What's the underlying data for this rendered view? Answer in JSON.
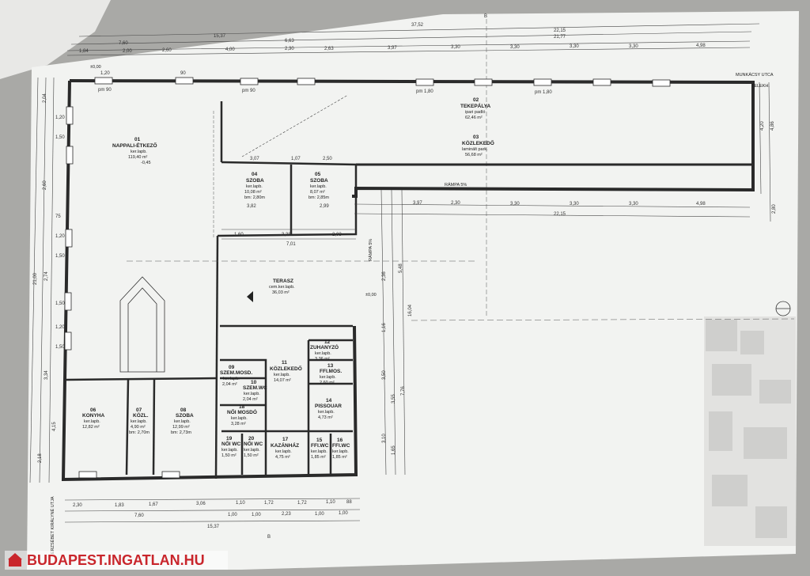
{
  "street_top": "MUNKÁCSY UTCA",
  "street_left": "ERZSÉBET KIRÁLYNÉ UTJA",
  "plot_label": "TELEKH.",
  "section_mark": "B",
  "rooms": [
    {
      "id": "r01",
      "no": "01",
      "name": "NAPPALI-ÉTKEZŐ",
      "floor": "ker.lapb.",
      "area": "119,40 m²"
    },
    {
      "id": "r02",
      "no": "02",
      "name": "TEKEPÁLYA",
      "floor": "ipari padló",
      "area": "62,46 m²"
    },
    {
      "id": "r03",
      "no": "03",
      "name": "KÖZLEKEDŐ",
      "floor": "laminált park.",
      "area": "56,68 m²"
    },
    {
      "id": "r04",
      "no": "04",
      "name": "SZOBA",
      "floor": "ker.lapb.",
      "area": "10,08 m²",
      "height": "bm: 2,80m"
    },
    {
      "id": "r05",
      "no": "05",
      "name": "SZOBA",
      "floor": "ker.lapb.",
      "area": "8,07 m²",
      "height": "bm: 2,85m"
    },
    {
      "id": "r06",
      "no": "06",
      "name": "KONYHA",
      "floor": "ker.lapb.",
      "area": "12,82 m²"
    },
    {
      "id": "r07",
      "no": "07",
      "name": "KÖZL.",
      "floor": "ker.lapb.",
      "area": "4,90 m²",
      "height": "bm: 2,70m"
    },
    {
      "id": "r08",
      "no": "08",
      "name": "SZOBA",
      "floor": "ker.lapb.",
      "area": "12,99 m²",
      "height": "bm: 2,73m"
    },
    {
      "id": "r09",
      "no": "09",
      "name": "SZEM.MOSD.",
      "floor": "ker.lapb.",
      "area": "2,04 m²"
    },
    {
      "id": "r10",
      "no": "10",
      "name": "SZEM.WC",
      "floor": "ker.lapb.",
      "area": "2,04 m²"
    },
    {
      "id": "r11",
      "no": "11",
      "name": "KÖZLEKEDŐ",
      "floor": "ker.lapb.",
      "area": "14,07 m²"
    },
    {
      "id": "r12",
      "no": "12",
      "name": "ZUHANYZÓ",
      "floor": "ker.lapb.",
      "area": "3,36 m²"
    },
    {
      "id": "r13",
      "no": "13",
      "name": "FFI.MOS.",
      "floor": "ker.lapb.",
      "area": "2,60 m²"
    },
    {
      "id": "r14",
      "no": "14",
      "name": "PISSOUAR",
      "floor": "ker.lapb.",
      "area": "4,73 m²"
    },
    {
      "id": "r15",
      "no": "15",
      "name": "FFI.WC",
      "floor": "ker.lapb.",
      "area": "1,85 m²"
    },
    {
      "id": "r16",
      "no": "16",
      "name": "FFI.WC",
      "floor": "ker.lapb.",
      "area": "1,85 m²"
    },
    {
      "id": "r17",
      "no": "17",
      "name": "KAZÁNHÁZ",
      "floor": "ker.lapb.",
      "area": "4,75 m²"
    },
    {
      "id": "r18",
      "no": "18",
      "name": "NŐI MOSDÓ",
      "floor": "ker.lapb.",
      "area": "3,28 m²"
    },
    {
      "id": "r19",
      "no": "19",
      "name": "NŐI WC",
      "floor": "ker.lapb.",
      "area": "1,50 m²"
    },
    {
      "id": "r20",
      "no": "20",
      "name": "NŐI WC",
      "floor": "ker.lapb.",
      "area": "1,50 m²"
    },
    {
      "id": "terasz",
      "no": "",
      "name": "TERASZ",
      "floor": "cem.ker.lapb.",
      "area": "36,03 m²"
    }
  ],
  "ramps": [
    "RÁMPA 5%",
    "RÁMPA 5%"
  ],
  "levels": [
    "±0,00",
    "±0,00",
    "-0,45"
  ],
  "top_dims_1": [
    "37,52"
  ],
  "top_dims_2": [
    "15,37",
    "22,15"
  ],
  "top_dims_3": [
    "7,60",
    "6,63",
    "21,77"
  ],
  "top_dims_4": [
    "1,84",
    "2,00",
    "2,60",
    "4,00",
    "2,30",
    "2,63",
    "3,97",
    "3,30",
    "3,30",
    "3,30",
    "3,30",
    "4,98"
  ],
  "mid_dims": [
    "3,97",
    "2,30",
    "3,30",
    "3,30",
    "3,30",
    "4,98",
    "22,15"
  ],
  "inner_dims": [
    "3,07",
    "1,07",
    "2,50",
    "3,82",
    "2,99",
    "1,60",
    "3,38",
    "2,03",
    "7,01"
  ],
  "bottom_dims_1": [
    "2,30",
    "1,83",
    "1,67",
    "3,06",
    "1,10",
    "1,72",
    "1,72",
    "1,10",
    "88"
  ],
  "bottom_dims_2": [
    "7,60",
    "1,00",
    "1,00",
    "2,23",
    "1,00",
    "1,00"
  ],
  "bottom_dims_3": [
    "15,37"
  ],
  "left_dims": [
    "2,04",
    "1,20",
    "1,50",
    "2,60",
    "75",
    "1,20",
    "1,50",
    "21,00",
    "1,50",
    "2,74",
    "1,20",
    "1,50",
    "3,34",
    "4,15",
    "2,18"
  ],
  "right_dims": [
    "4,20",
    "4,86",
    "2,80",
    "3,50",
    "3,55",
    "7,76",
    "3,10",
    "1,65",
    "16,04",
    "5,48",
    "2,36",
    "1,16"
  ],
  "window_tags": [
    "1,20",
    "1,50",
    "90",
    "pm 90",
    "pm 1,80",
    "1,20",
    "pm 1,80"
  ],
  "watermark": "BUDAPEST.INGATLAN.HU",
  "colors": {
    "paper": "#f1f2f0",
    "line": "#2a2a2a",
    "watermark": "#c9262c",
    "background": "#a9a9a6"
  }
}
